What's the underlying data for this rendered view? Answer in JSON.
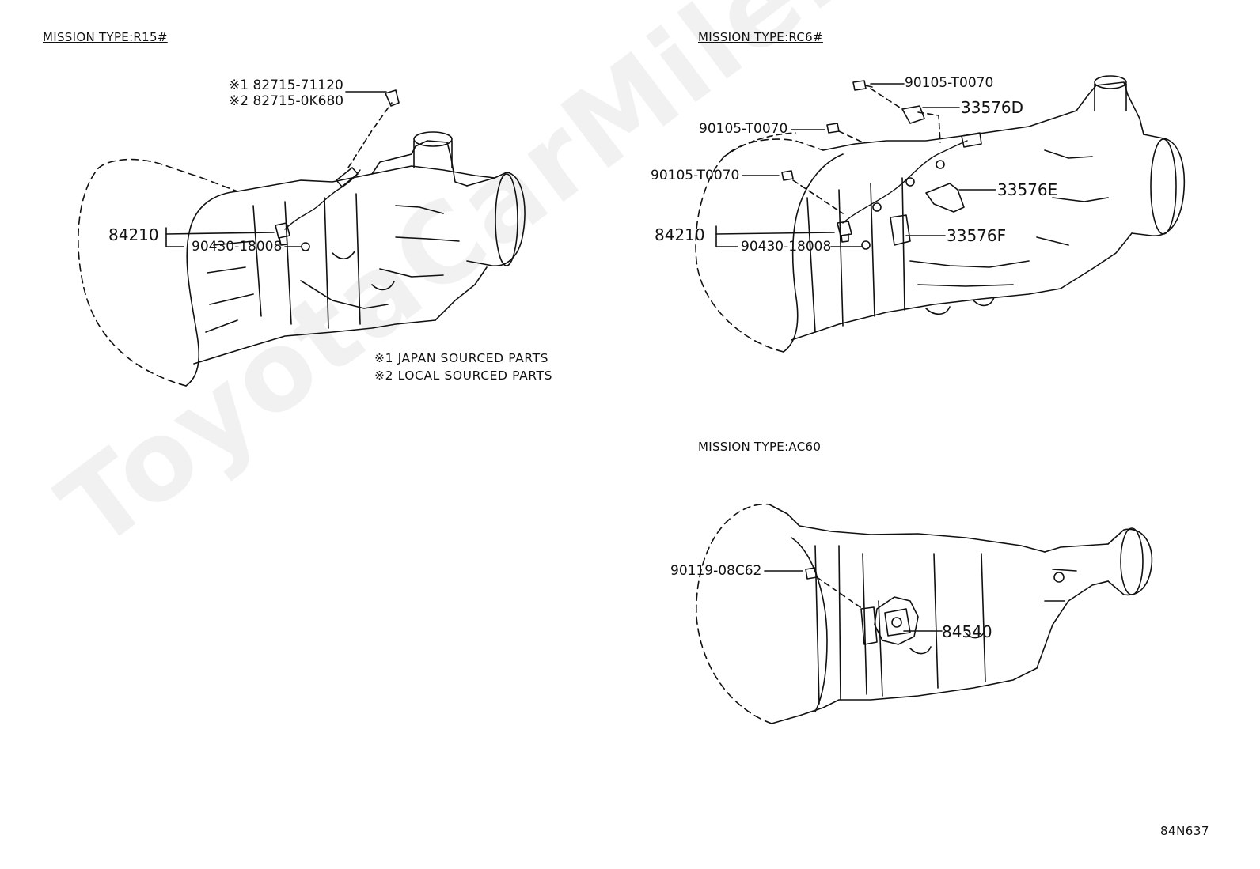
{
  "watermark": "ToyotaCarMile.ru",
  "diagram_code": "84N637",
  "sections": {
    "r15": {
      "title": "MISSION TYPE:R15#",
      "callouts": {
        "note1_part": "※1 82715-71120",
        "note2_part": "※2 82715-0K680",
        "sensor": "84210",
        "gasket": "90430-18008"
      },
      "notes": [
        "※1 JAPAN SOURCED PARTS",
        "※2 LOCAL SOURCED PARTS"
      ]
    },
    "rc6": {
      "title": "MISSION TYPE:RC6#",
      "callouts": {
        "bolt_top": "90105-T0070",
        "bracket_d": "33576D",
        "bolt_mid": "90105-T0070",
        "bolt_low": "90105-T0070",
        "bracket_e": "33576E",
        "sensor": "84210",
        "gasket": "90430-18008",
        "bracket_f": "33576F"
      }
    },
    "ac60": {
      "title": "MISSION TYPE:AC60",
      "callouts": {
        "bolt": "90119-08C62",
        "switch": "84540"
      }
    }
  }
}
